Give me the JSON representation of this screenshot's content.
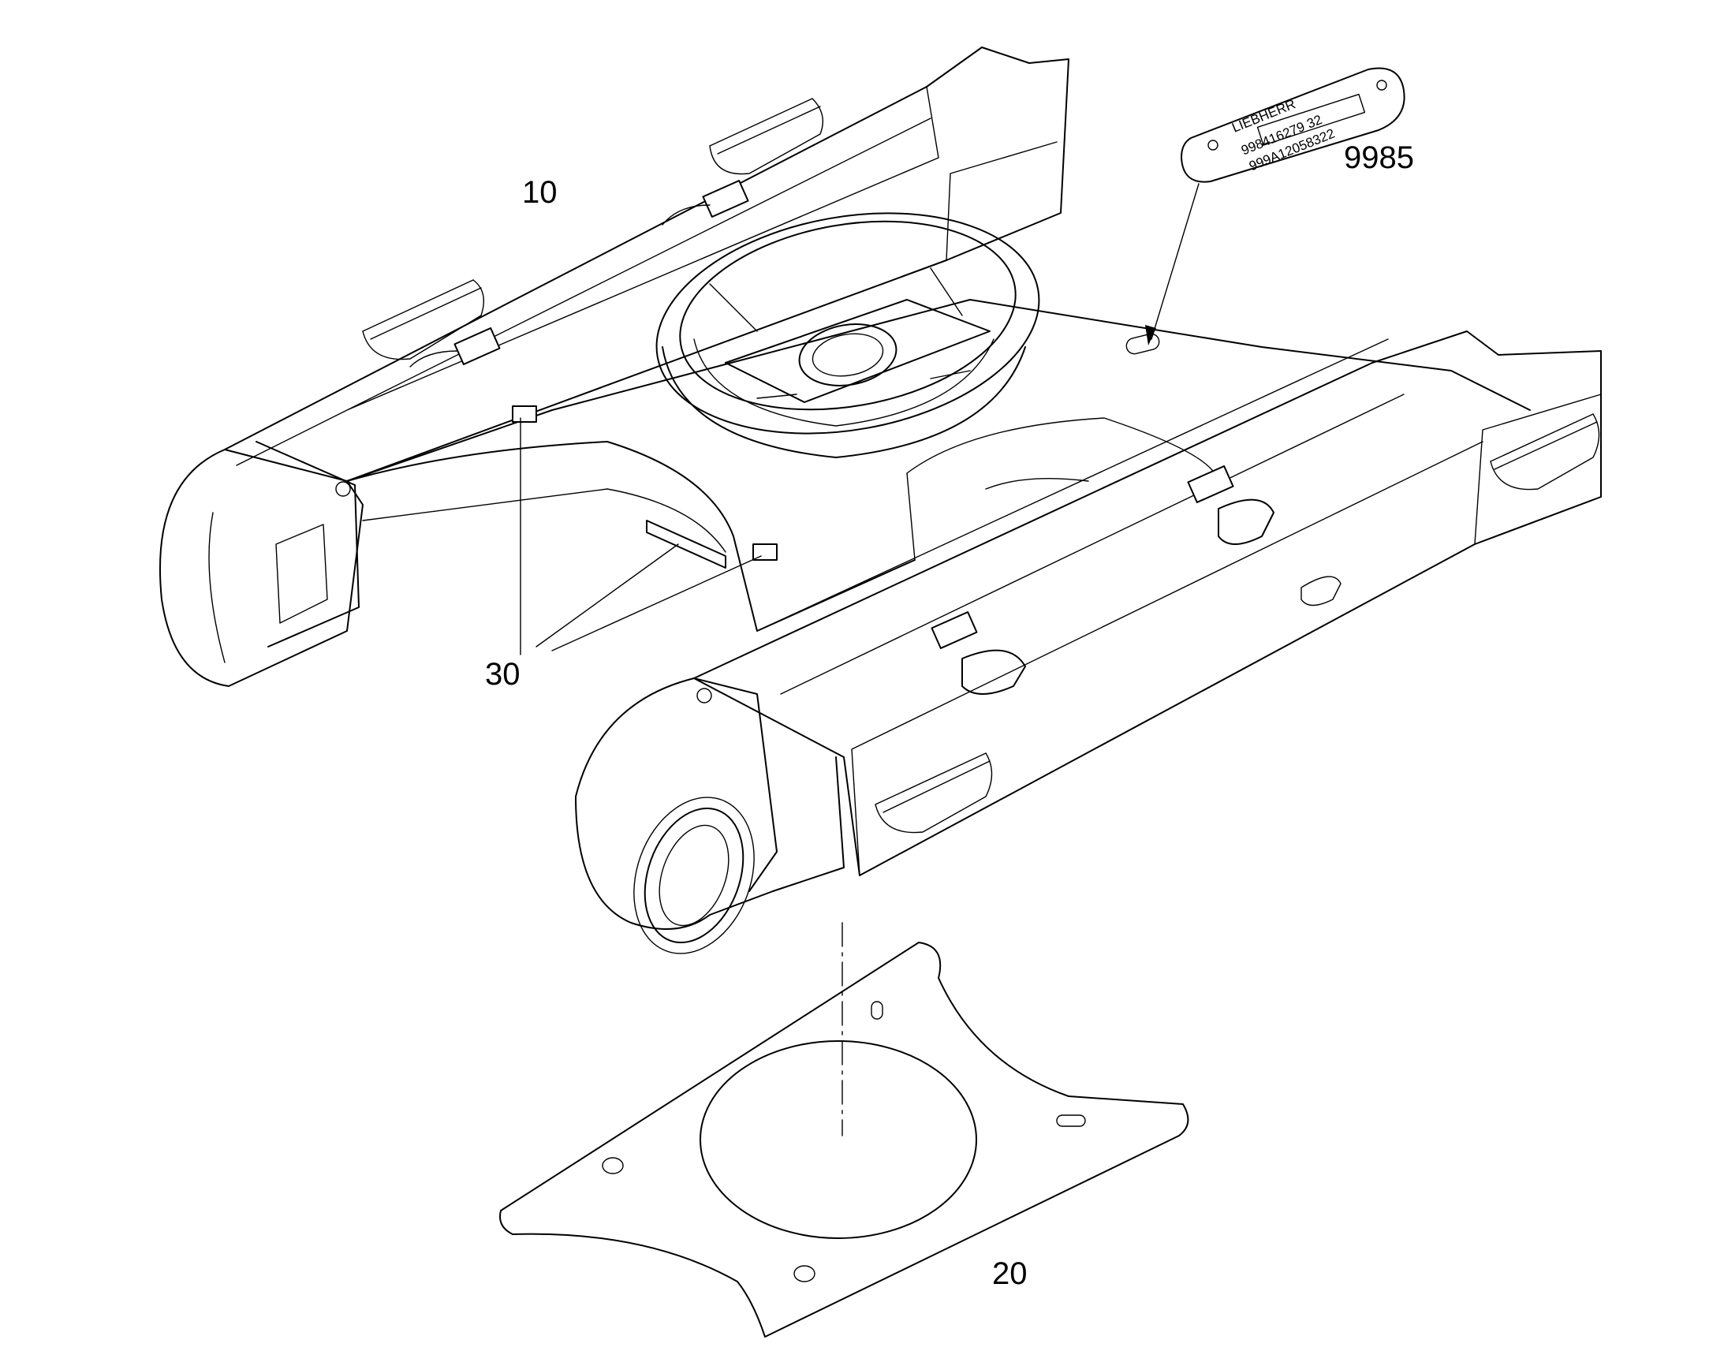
{
  "callouts": {
    "frame": "10",
    "plate": "20",
    "brackets": "30",
    "nameplate": "9985"
  },
  "nameplate": {
    "brand": "LIEBHERR",
    "line1": "998416279  32",
    "line2": "999A12058322"
  },
  "colors": {
    "ink": "#000000",
    "paper": "#ffffff"
  }
}
